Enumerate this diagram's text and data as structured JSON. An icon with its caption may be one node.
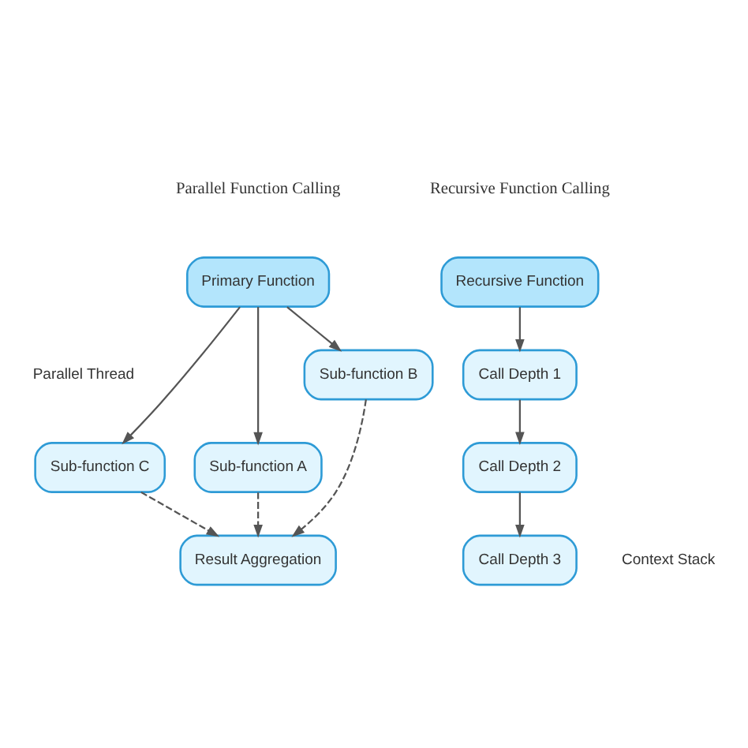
{
  "diagram": {
    "nodes": [
      {
        "text": [
          "Primary Function"
        ]
      },
      {
        "text": [
          "Sub-function A"
        ]
      },
      {
        "text": [
          "Sub-function B"
        ]
      },
      {
        "text": [
          "Sub-function C"
        ]
      },
      {
        "text": [
          "Result Aggregation"
        ]
      },
      {
        "text": [
          "Recursive Function"
        ]
      },
      {
        "text": [
          "Call Depth 1"
        ]
      },
      {
        "text": [
          "Call Depth 2"
        ]
      },
      {
        "text": [
          "Call Depth 3"
        ]
      }
    ],
    "edges": [
      {
        "from": 0,
        "to": 1,
        "arrow": "to"
      },
      {
        "from": 0,
        "to": 2,
        "arrow": "to"
      },
      {
        "from": 0,
        "to": 3,
        "arrow": "to"
      },
      {
        "from": 1,
        "to": 4,
        "arrow": "to",
        "style": "dashed"
      },
      {
        "from": 2,
        "to": 4,
        "arrow": "to",
        "style": "dashed"
      },
      {
        "from": 3,
        "to": 4,
        "arrow": "to",
        "style": "dashed"
      },
      {
        "from": 5,
        "to": 6,
        "arrow": "to"
      },
      {
        "from": 6,
        "to": 7,
        "arrow": "to"
      },
      {
        "from": 7,
        "to": 8,
        "arrow": "to"
      }
    ],
    "labels": [
      "Parallel Function Calling",
      "Recursive Function Calling",
      "Parallel Thread",
      "Context Stack"
    ]
  }
}
